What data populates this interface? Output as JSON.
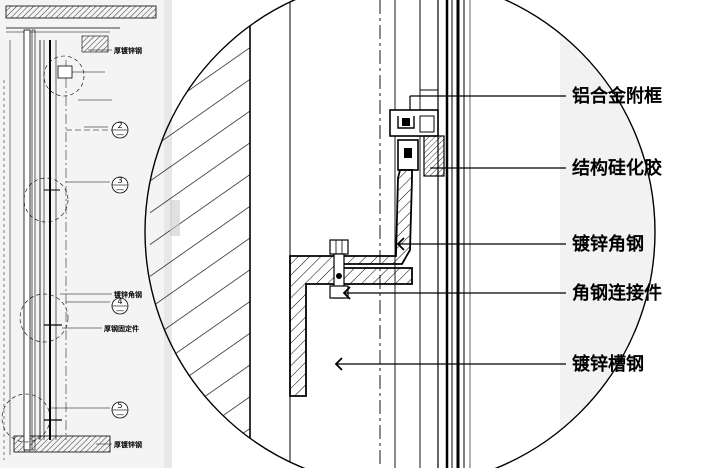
{
  "left_elevation": {
    "labels": {
      "thick_galvanized_steel_top": "厚镀锌钢",
      "galvanized_angle_steel": "镀锌角钢",
      "thick_steel_fixing": "厚钢固定件",
      "thick_galvanized_steel_bottom": "厚镀锌钢"
    },
    "markers": [
      {
        "number": "2",
        "sub": "—"
      },
      {
        "number": "3",
        "sub": "—"
      },
      {
        "number": "4",
        "sub": "—"
      },
      {
        "number": "5",
        "sub": "—"
      }
    ]
  },
  "detail_callouts": {
    "aluminum_subframe": "铝合金附框",
    "structural_silicone": "结构硅化胶",
    "galvanized_angle_steel": "镀锌角钢",
    "angle_steel_connector": "角钢连接件",
    "galvanized_channel_steel": "镀锌槽钢"
  },
  "colors": {
    "line": "#000000",
    "background": "#ffffff",
    "left_panel_bg": "#f2f2f2"
  }
}
